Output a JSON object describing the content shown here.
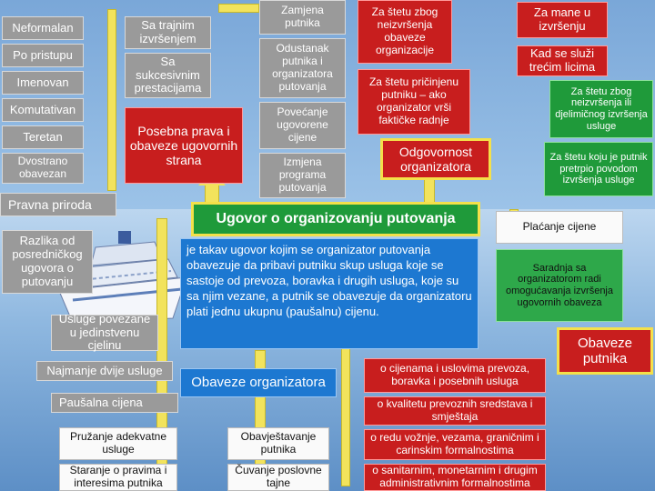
{
  "left_column": {
    "items": [
      "Neformalan",
      "Po pristupu",
      "Imenovan",
      "Komutativan",
      "Teretan",
      "Dvostrano obavezan"
    ],
    "pravna_priroda": "Pravna priroda",
    "razlika": "Razlika od posredničkog ugovora o putovanju",
    "usluge_povezane": "Usluge povezane u jedinstvenu cjelinu",
    "najmanje": "Najmanje dvije usluge",
    "pausalna": "Paušalna cijena"
  },
  "mid_left": {
    "trajni": "Sa trajnim izvršenjem",
    "sukcesivni": "Sa sukcesivnim prestacijama",
    "posebna": "Posebna prava i obaveze ugovornih strana"
  },
  "changes": {
    "zamjena": "Zamjena putnika",
    "odustanak": "Odustanak putnika i organizatora putovanja",
    "povecanje": "Povećanje ugovorene cijene",
    "izmjena": "Izmjena programa putovanja"
  },
  "liability": {
    "steta_obaveze": "Za štetu zbog neizvršenja obaveze organizacije",
    "steta_pricinjenu": "Za štetu pričinjenu putniku – ako organizator vrši faktičke radnje",
    "odgovornost": "Odgovornost organizatora",
    "mane": "Za mane u izvršenju",
    "treci": "Kad se služi trećim licima",
    "djelimicno": "Za štetu zbog neizvršenja ili djelimičnog izvršenja usluge",
    "pretrpio": "Za štetu koju je putnik pretrpio povodom izvršenja usluge"
  },
  "center": {
    "title": "Ugovor o organizovanju putovanja",
    "definition": "je takav ugovor kojim se organizator putovanja obavezuje da pribavi putniku skup usluga koje se sastoje od prevoza, boravka i drugih usluga, koje su sa njim vezane, a putnik se obavezuje da organizatoru plati jednu ukupnu (paušalnu) cijenu.",
    "obaveze_organizatora": "Obaveze organizatora"
  },
  "passenger": {
    "placanje": "Plaćanje cijene",
    "saradnja": "Saradnja sa organizatorom radi omogućavanja izvršenja ugovornih obaveza",
    "obaveze_putnika": "Obaveze putnika"
  },
  "bottom": {
    "pruzanje": "Pružanje adekvatne usluge",
    "staranje": "Staranje o pravima i interesima putnika",
    "obavjestavanje": "Obavještavanje putnika",
    "cuvanje": "Čuvanje poslovne tajne",
    "cijenama": "o cijenama i uslovima prevoza, boravka i posebnih usluga",
    "kvalitetu": "o kvalitetu prevoznih sredstava i smještaja",
    "redu": "o redu vožnje, vezama, graničnim i carinskim formalnostima",
    "sanitarnim": "o sanitarnim, monetarnim i drugim administrativnim formalnostima"
  }
}
